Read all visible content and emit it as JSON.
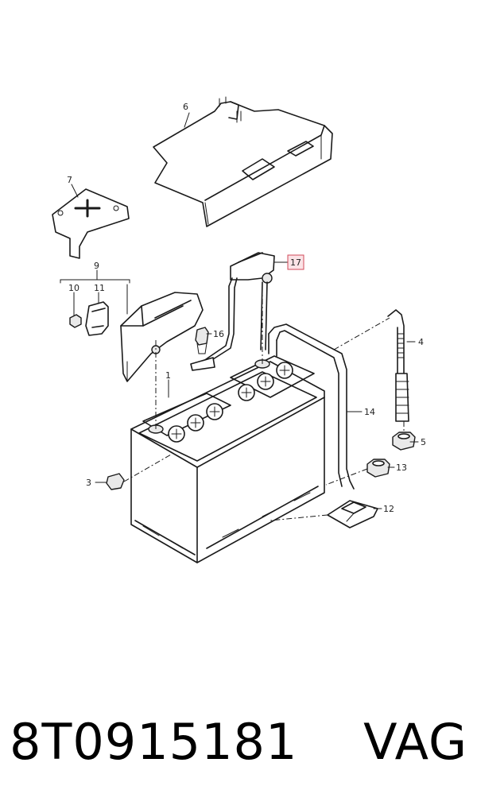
{
  "callouts": {
    "c1": "1",
    "c3": "3",
    "c4": "4",
    "c5": "5",
    "c6": "6",
    "c7": "7",
    "c9": "9",
    "c10": "10",
    "c11": "11",
    "c12": "12",
    "c13": "13",
    "c14": "14",
    "c16": "16",
    "c17": "17"
  },
  "footer": {
    "part_number": "8T0915181",
    "brand": "VAG"
  }
}
